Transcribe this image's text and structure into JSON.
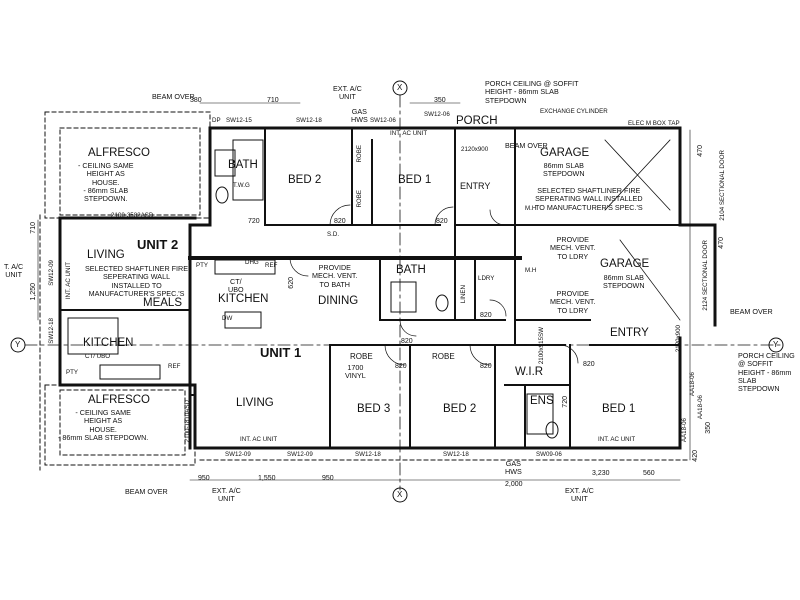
{
  "units": {
    "unit1": "UNIT 1",
    "unit2": "UNIT 2"
  },
  "rooms": {
    "alfresco_top": "ALFRESCO",
    "alfresco_bottom": "ALFRESCO",
    "bath_top": "BATH",
    "bed2_top": "BED 2",
    "bed1_top": "BED 1",
    "robe_top": "ROBE",
    "robe_top2": "ROBE",
    "garage_top": "GARAGE",
    "entry_top": "ENTRY",
    "porch": "PORCH",
    "living_u2": "LIVING",
    "meals_u2": "MEALS",
    "kitchen_u2": "KITCHEN",
    "kitchen_u1": "KITCHEN",
    "dining_u1": "DINING",
    "bath_u1": "BATH",
    "ldry_u1": "LDRY",
    "garage_u1": "GARAGE",
    "entry_u1": "ENTRY",
    "living_u1": "LIVING",
    "robe_b3": "ROBE",
    "robe_b2": "ROBE",
    "bed3_u1": "BED 3",
    "bed2_u1": "BED 2",
    "wir": "W.I.R",
    "ens": "ENS",
    "bed1_u1": "BED 1"
  },
  "notes": {
    "alfresco_top": "- CEILING SAME\nHEIGHT AS\nHOUSE.\n- 86mm SLAB\nSTEPDOWN.",
    "alfresco_bottom": "- CEILING SAME\nHEIGHT AS\nHOUSE.\n- 86mm SLAB STEPDOWN.",
    "garage_top": "86mm SLAB\nSTEPDOWN",
    "garage_u1": "86mm SLAB\nSTEPDOWN",
    "shaftliner_top": "SELECTED SHAFTLINER FIRE\nSEPERATING WALL INSTALLED\nTO MANUFACTURER'S SPEC.'S",
    "shaftliner_u2": "SELECTED SHAFTLINER FIRE\nSEPERATING WALL\nINSTALLED TO\nMANUFACTURER'S SPEC.'S",
    "mech_vent_bath": "PROVIDE\nMECH. VENT.\nTO BATH",
    "mech_vent_ldry1": "PROVIDE\nMECH. VENT.\nTO LDRY",
    "mech_vent_ldry2": "PROVIDE\nMECH. VENT.\nTO LDRY",
    "porch_ceiling_top": "PORCH CEILING @ SOFFIT\nHEIGHT - 86mm SLAB\nSTEPDOWN",
    "porch_ceiling_right": "PORCH CEILING\n@ SOFFIT\nHEIGHT - 86mm\nSLAB\nSTEPDOWN",
    "beam_over_top": "BEAM OVER",
    "beam_over_porch": "BEAM OVER",
    "beam_over_right": "BEAM OVER",
    "beam_over_bottom": "BEAM OVER",
    "ext_ac_top": "EXT. A/C\nUNIT",
    "ext_ac_left": "T. A/C\nUNIT",
    "ext_ac_bottom_left": "EXT. A/C\nUNIT",
    "ext_ac_bottom_right": "EXT. A/C\nUNIT",
    "gas_hws_top": "GAS\nHWS",
    "gas_hws_bottom": "GAS\nHWS",
    "exchange": "EXCHANGE CYLINDER",
    "elec_box": "ELEC M BOX",
    "int_ac_top": "INT. AC UNIT",
    "int_ac_u2": "INT. AC UNIT",
    "int_ac_living": "INT. AC UNIT",
    "int_ac_bed1": "INT. AC UNIT",
    "ct_ubo_u2": "CT/ UBO",
    "ct_ubo_u1": "CT/\nUBO",
    "pty_u2": "PTY",
    "pty_u1": "PTY",
    "ref_u2": "REF",
    "ref_u1": "REF",
    "dw": "DW",
    "dhg": "DHG",
    "mh_top": "M.H",
    "mh_u1": "M.H",
    "sd": "S.D.",
    "linen": "LINEN",
    "vinyl_1700": "1700\nVINYL",
    "twg": "T.W.G",
    "vinyl": "VINYL",
    "sectional_door_top": "2104 SECTIONAL DOOR",
    "sectional_door_bottom": "2124 SECTIONAL DOOR",
    "door_2120x900_top": "2120x900",
    "door_2120x900_u1": "2120x900",
    "asd_top": "2100-3582ASD",
    "asd_bottom": "2100-1810ASD"
  },
  "windows": {
    "sw12_15": "SW12-15",
    "sw12_18_a": "SW12-18",
    "sw12_06_a": "SW12-06",
    "sw12_06_b": "SW12-06",
    "sw12_09_l": "SW12-09",
    "sw12_18_l": "SW12-18",
    "sw12_09_b1": "SW12-09",
    "sw12_09_b2": "SW12-09",
    "sw12_18_b1": "SW12-18",
    "sw12_18_b2": "SW12-18",
    "sw09_06": "SW09-06",
    "aa18_06_a": "AA18-06",
    "aa18_06_b": "AA18-06",
    "aa18_06_c": "AA18-06",
    "dp": "DP",
    "tap": "TAP"
  },
  "dims": {
    "d380": "380",
    "d710_top": "710",
    "d350_top": "350",
    "d710_left": "710",
    "d1250": "1,250",
    "d470_a": "470",
    "d470_b": "470",
    "d350_r": "350",
    "d420": "420",
    "d950_a": "950",
    "d1550": "1,550",
    "d950_b": "950",
    "d2000": "2,000",
    "d3230": "3,230",
    "d560": "560",
    "d820": "820",
    "d720": "720",
    "d620": "620",
    "d2100_915sw": "2100x915SW"
  },
  "symbols": {
    "north_x": "X",
    "west_y": "Y",
    "east_y": "Y"
  }
}
